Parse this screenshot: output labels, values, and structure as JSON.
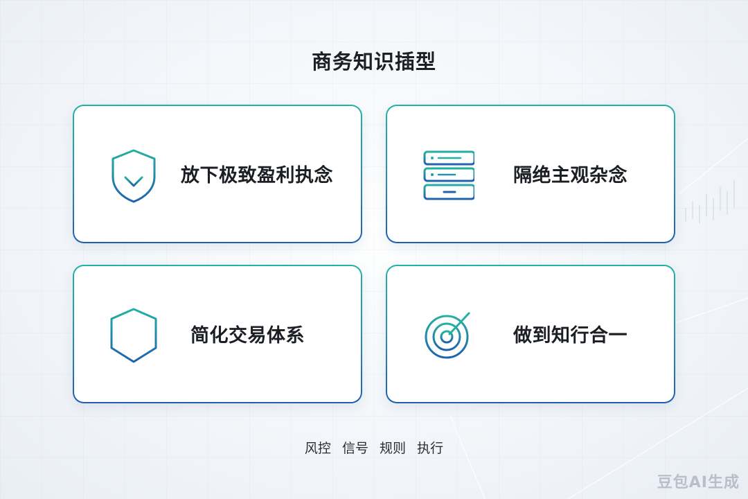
{
  "title": "商务知识插型",
  "cards": [
    {
      "label": "放下极致盈利执念",
      "icon": "shield-download-icon"
    },
    {
      "label": "隔绝主观杂念",
      "icon": "server-stack-icon"
    },
    {
      "label": "简化交易体系",
      "icon": "hexagon-bars-icon"
    },
    {
      "label": "做到知行合一",
      "icon": "target-crosshair-icon"
    }
  ],
  "footer": {
    "items": [
      "风控",
      "信号",
      "规则",
      "执行"
    ]
  },
  "watermark": "豆包AI生成",
  "colors": {
    "accent_teal": "#22b3a4",
    "accent_blue": "#1f5fae",
    "text": "#1b1e23"
  }
}
